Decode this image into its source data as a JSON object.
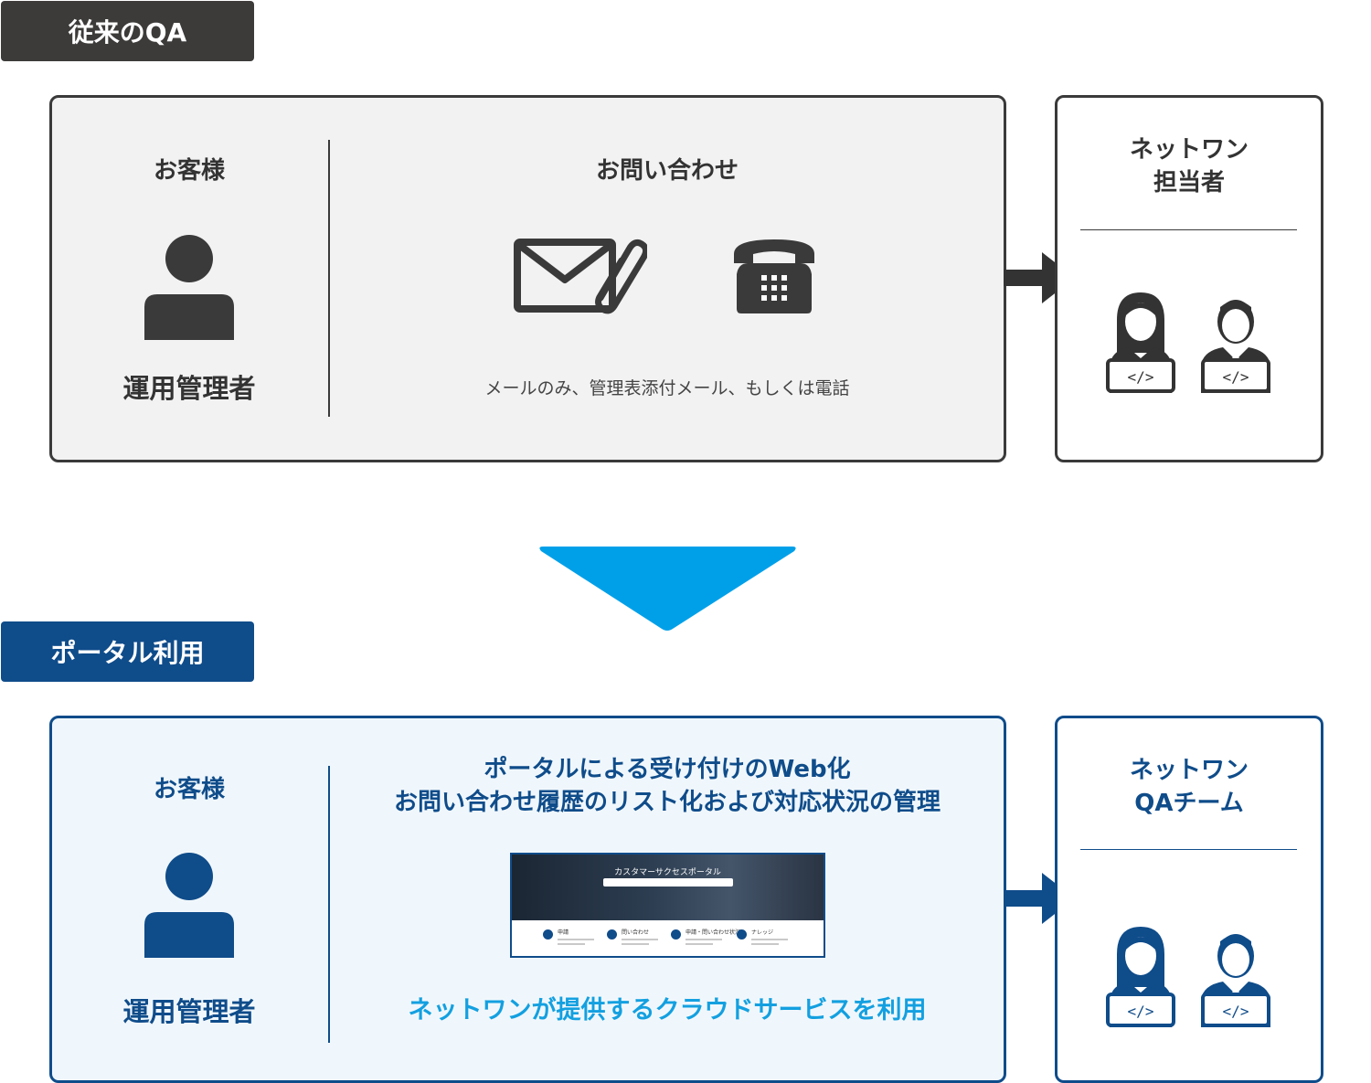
{
  "old": {
    "tag": "従来のQA",
    "customer_heading": "お客様",
    "customer_role": "運用管理者",
    "inquiry_heading": "お問い合わせ",
    "inquiry_caption": "メールのみ、管理表添付メール、もしくは電話",
    "staff_line1": "ネットワン",
    "staff_line2": "担当者",
    "icons": [
      "user-icon",
      "mail-attachment-icon",
      "telephone-icon",
      "arrow-right-icon",
      "female-engineer-icon",
      "male-engineer-icon"
    ]
  },
  "transition_arrow": "arrow-down-icon",
  "new": {
    "tag": "ポータル利用",
    "customer_heading": "お客様",
    "customer_role": "運用管理者",
    "headline1": "ポータルによる受け付けのWeb化",
    "headline2": "お問い合わせ履歴のリスト化および対応状況の管理",
    "portal_title": "カスタマーサクセスポータル",
    "portal_cards": [
      "申請",
      "問い合わせ",
      "申請・問い合わせ状況",
      "ナレッジ"
    ],
    "service_caption": "ネットワンが提供するクラウドサービスを利用",
    "team_line1": "ネットワン",
    "team_line2": "QAチーム",
    "icons": [
      "user-icon",
      "portal-screenshot",
      "arrow-right-icon",
      "female-engineer-icon",
      "male-engineer-icon"
    ]
  },
  "colors": {
    "dark": "#3d3b3a",
    "navy": "#0f4c8a",
    "sky": "#13a0e0",
    "panel_gray": "#f2f2f2",
    "panel_blue": "#f0f7fc"
  }
}
